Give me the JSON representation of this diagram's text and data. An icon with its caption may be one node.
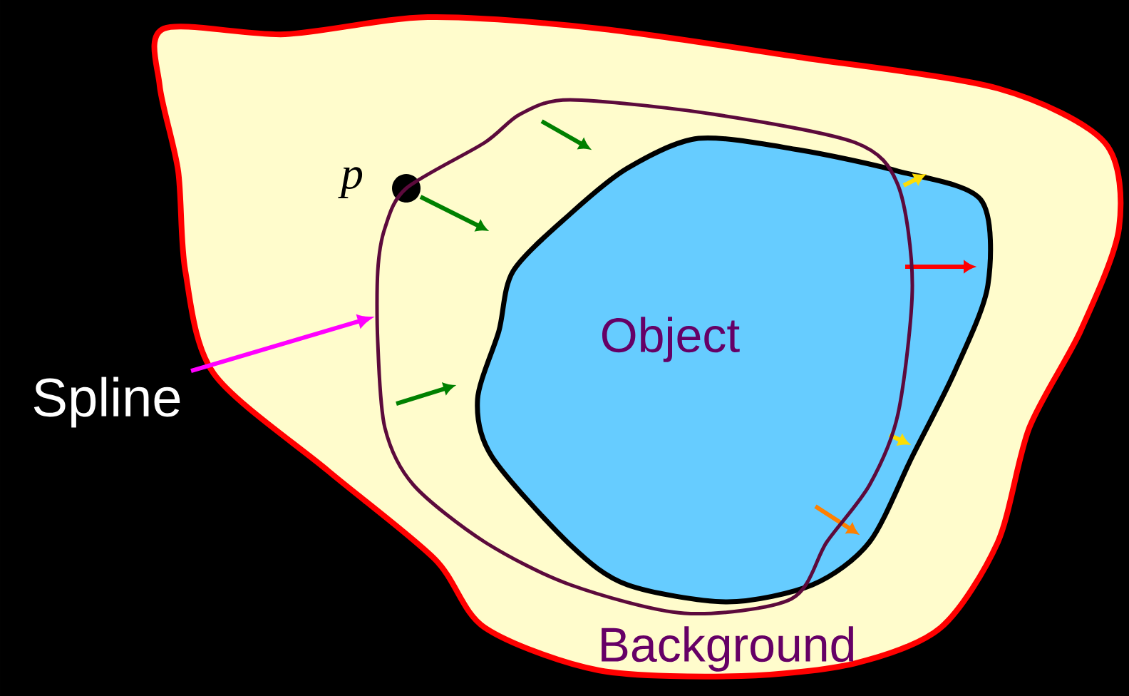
{
  "diagram": {
    "nodes": [
      {
        "text": [
          "Background"
        ]
      },
      {
        "text": [
          "Object"
        ],
        "in": 0
      },
      {
        "text": [
          "Spline"
        ]
      },
      {
        "text": [],
        "shape": "curve",
        "in": 0
      }
    ],
    "edges": [
      {
        "from": 2,
        "to": 3,
        "arrow": "to",
        "color": "#ff00ff"
      }
    ],
    "labels": [
      "p"
    ]
  }
}
